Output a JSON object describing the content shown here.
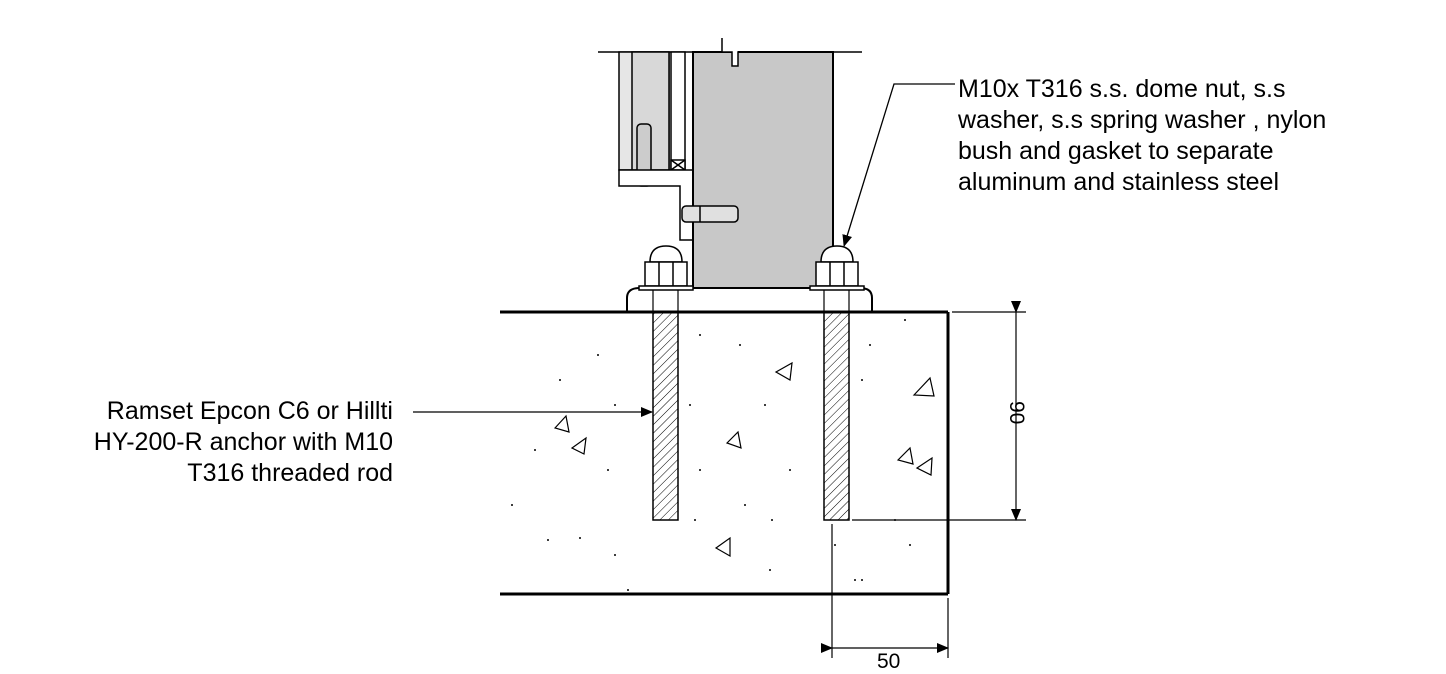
{
  "callouts": {
    "anchor_fixing": [
      "M10x T316 s.s. dome nut, s.s",
      "washer, s.s spring washer , nylon",
      "bush and gasket to separate",
      "aluminum and stainless steel"
    ],
    "chemical_anchor": [
      "Ramset Epcon C6 or Hillti",
      "HY-200-R anchor with M10",
      "T316 threaded rod"
    ]
  },
  "dimensions": {
    "embedment_depth": "90",
    "edge_distance": "50"
  },
  "colors": {
    "line": "#000000",
    "post_fill": "#c8c8c8",
    "channel_fill": "#e6e6e6",
    "background": "#ffffff"
  }
}
